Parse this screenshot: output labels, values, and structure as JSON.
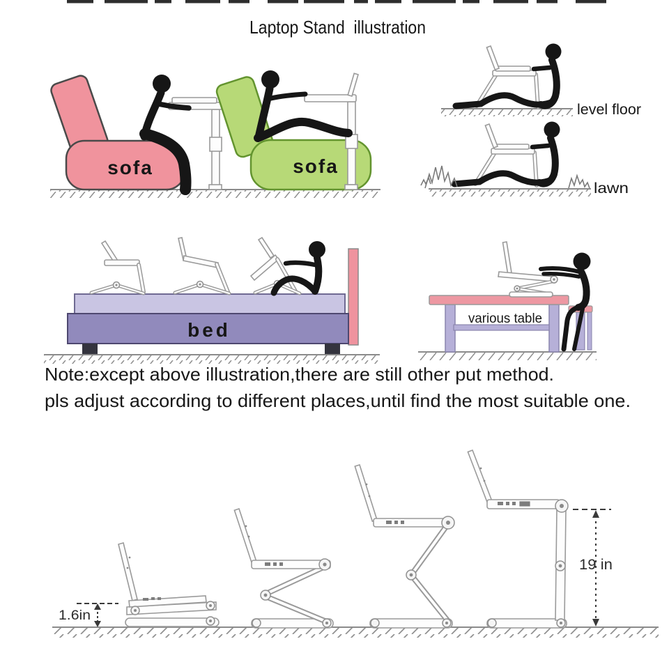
{
  "title": "Laptop Stand  illustration",
  "scenes": {
    "sofa_left": {
      "label": "sofa"
    },
    "sofa_right": {
      "label": "sofa"
    },
    "level_floor": {
      "label": "level floor"
    },
    "lawn": {
      "label": "lawn"
    },
    "bed": {
      "label": "bed"
    },
    "table": {
      "label": "various table"
    }
  },
  "note": {
    "line1": "Note:except above illustration,there are still other put method.",
    "line2": "pls adjust according to different places,until find the most suitable one."
  },
  "height_diagram": {
    "folded_height": "1.6in",
    "max_height": "19 in"
  },
  "colors": {
    "sofa_left_fill": "#f0939d",
    "sofa_right_fill": "#b7d977",
    "bed_mattress_fill": "#c9c5e3",
    "bed_base_fill": "#918abc",
    "headboard_fill": "#ef939e",
    "table_top_fill": "#ed98a2",
    "table_leg_fill": "#b6b0d8",
    "stool_top_fill": "#ed98a2",
    "figure_color": "#161616",
    "stand_line_color": "#9a9a9a",
    "ground_color": "#8b8b8b"
  }
}
